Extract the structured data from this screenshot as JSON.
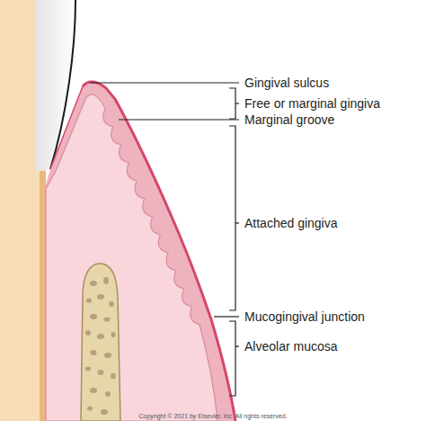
{
  "diagram": {
    "labels": [
      "Gingival sulcus",
      "Free or marginal gingiva",
      "Marginal groove",
      "Attached gingiva",
      "Mucogingival junction",
      "Alveolar mucosa",
      "Copyright © 2021 by Elsevier, Inc. All rights reserved."
    ]
  }
}
